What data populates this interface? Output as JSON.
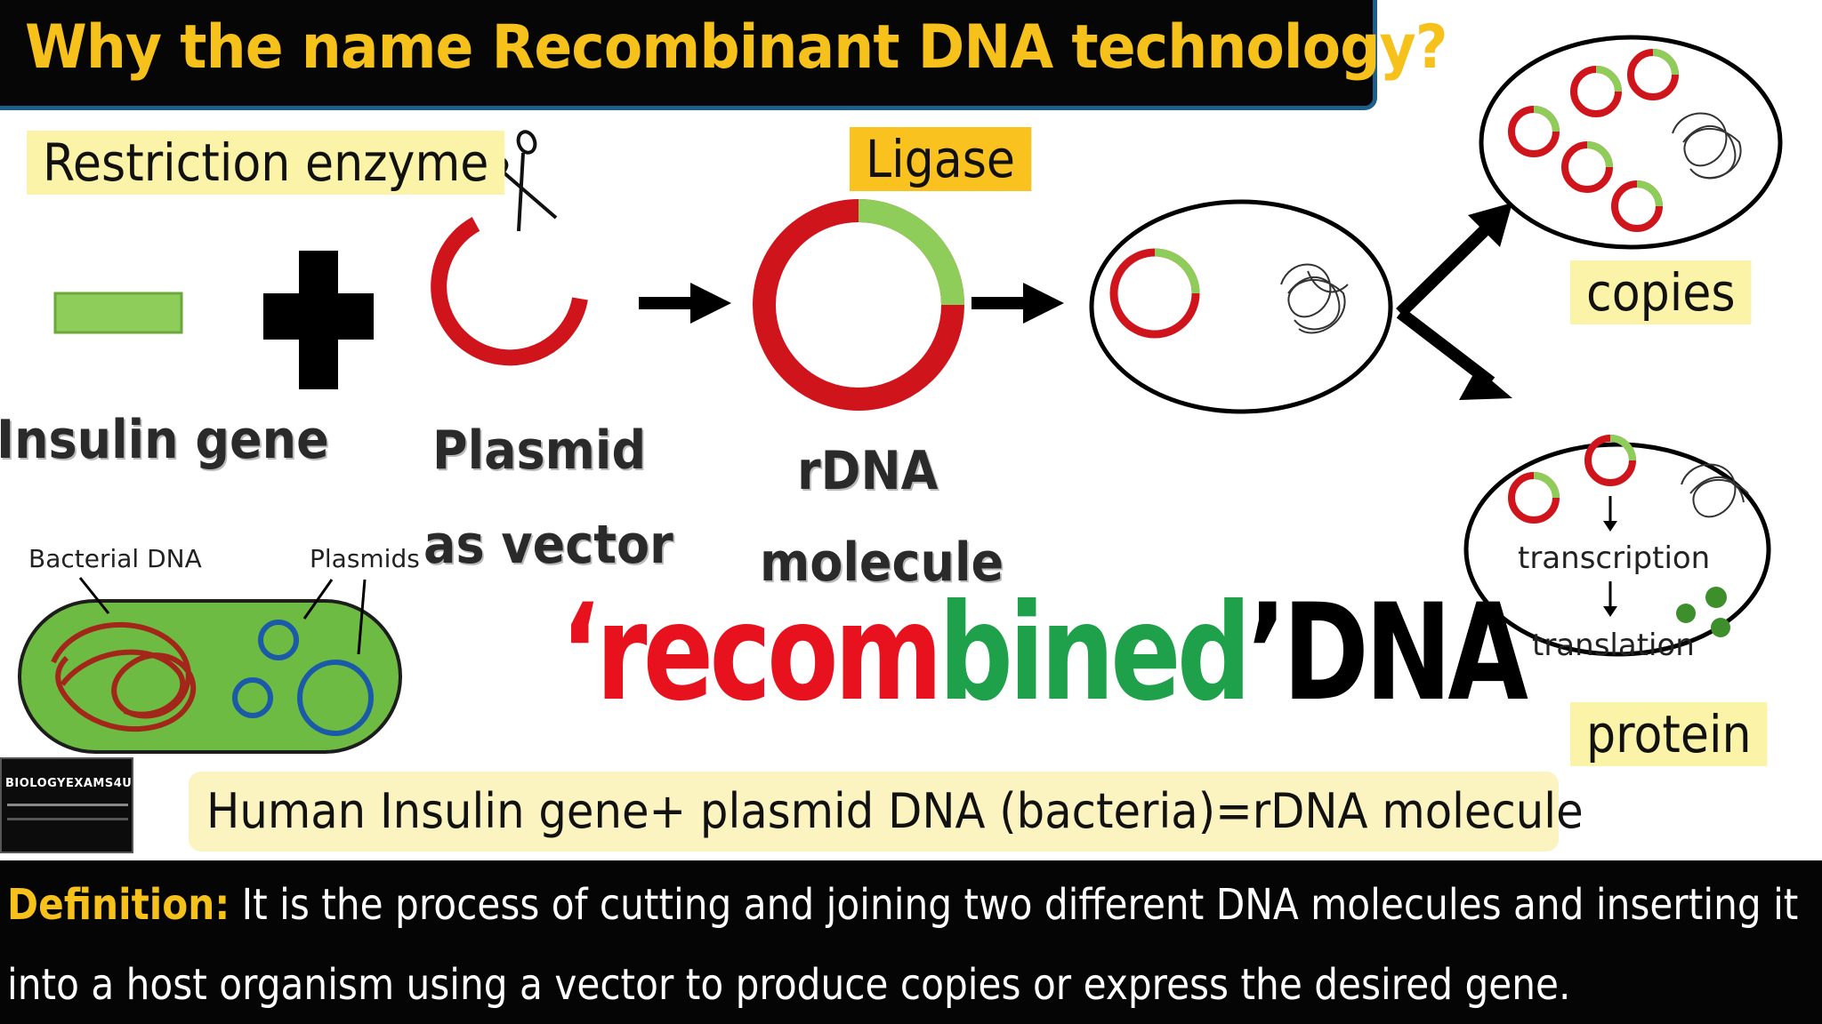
{
  "title": "Why the name Recombinant DNA technology?",
  "tags": {
    "restriction_enzyme": "Restriction enzyme",
    "ligase": "Ligase",
    "copies": "copies",
    "protein": "protein"
  },
  "labels": {
    "insulin_gene": "Insulin gene",
    "plasmid": "Plasmid",
    "as_vector": "as vector",
    "rdna": "rDNA",
    "molecule": "molecule",
    "bacterial_dna": "Bacterial DNA",
    "plasmids": "Plasmids",
    "transcription": "transcription",
    "translation": "translation"
  },
  "recombined": {
    "open_quote": "‘",
    "part_red": "recom",
    "part_green": "bined",
    "close_quote": "’",
    "part_black": "DNA"
  },
  "equation": "Human Insulin gene+ plasmid DNA (bacteria)=rDNA molecule",
  "definition": {
    "label": "Definition:",
    "line1": " It is the process of cutting and joining two different DNA molecules and inserting it",
    "line2": "into a host organism using a vector to produce copies or express the desired gene."
  },
  "logo": {
    "text": "BIOLOGYEXAMS4U"
  },
  "colors": {
    "title_bg": "#060606",
    "title_text": "#f5c11a",
    "plasmid_red": "#d0141c",
    "insert_green": "#8fcd5a",
    "recom_red": "#e8121f",
    "bined_green": "#1fa04a",
    "tag_light": "#fbf3a8",
    "tag_yellow": "#f9c21f",
    "bacterium_green": "#6dbb42",
    "plasmid_blue": "#1a5aa8"
  }
}
